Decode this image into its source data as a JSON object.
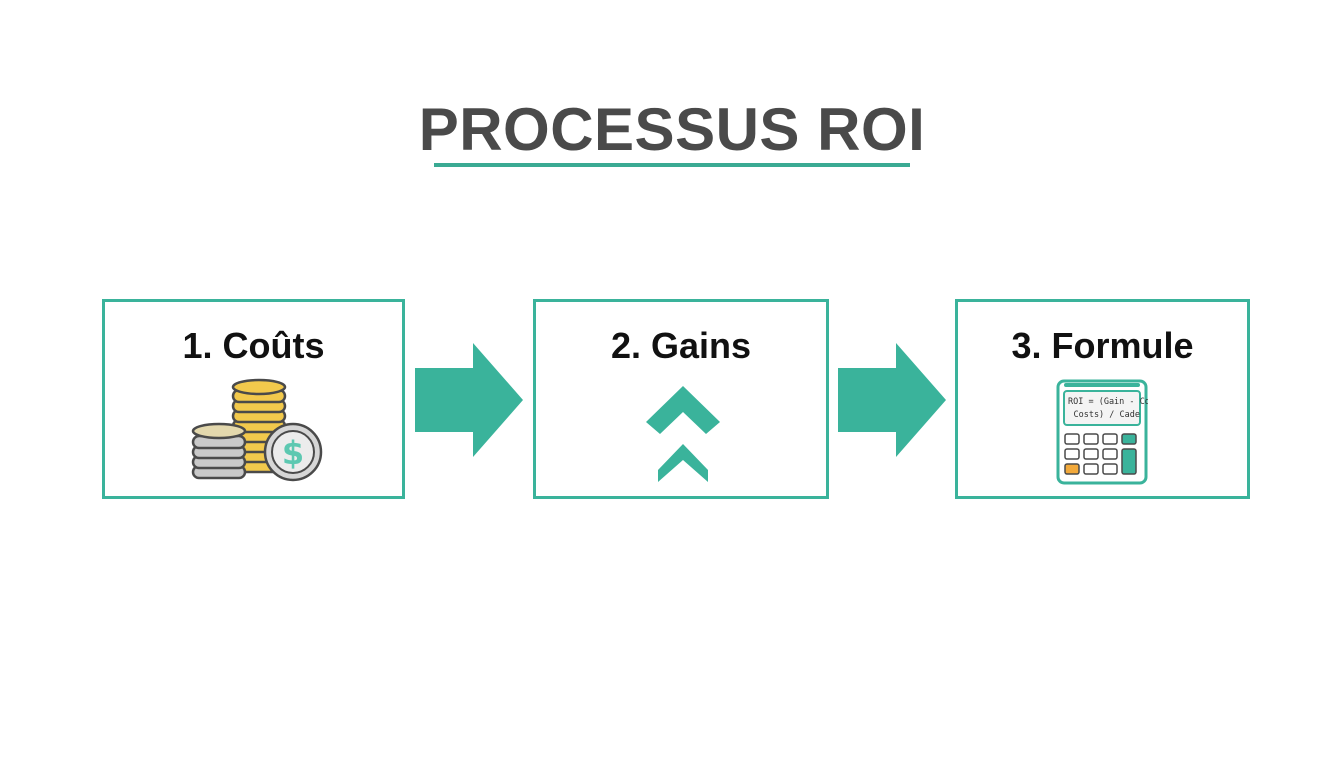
{
  "title": "PROCESSUS ROI",
  "steps": [
    {
      "label": "1. Coûts",
      "icon": "coins-icon"
    },
    {
      "label": "2. Gains",
      "icon": "double-chevron-up-icon"
    },
    {
      "label": "3. Formule",
      "icon": "calculator-icon"
    }
  ],
  "calculator": {
    "line1": "ROI = (Gain - Costs",
    "line2": "Costs) / Cade"
  },
  "colors": {
    "accent": "#3ab39b",
    "title": "#4a4a4a",
    "coin_gold": "#f2c94c",
    "coin_silver": "#c9c9c9",
    "calc_orange": "#f2a93b"
  }
}
